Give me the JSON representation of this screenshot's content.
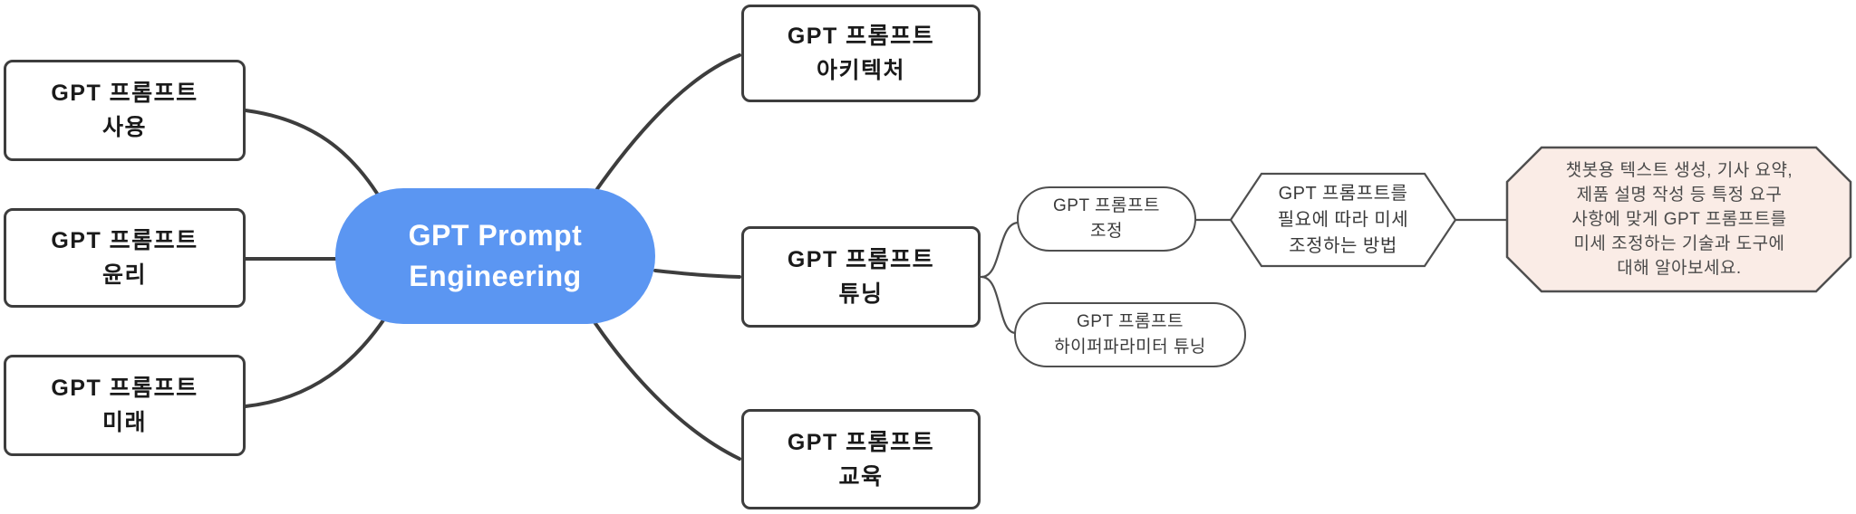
{
  "colors": {
    "center_fill": "#5B96F2",
    "center_text": "#FFFFFF",
    "node_fill": "#FFFFFF",
    "node_border": "#3D3D3D",
    "subnode_border": "#4F4F4F",
    "subnode_text": "#3A3A3A",
    "callout_fill": "#FAECE6",
    "callout_text": "#4A4A4A",
    "edge_color": "#3D3D3D",
    "edge_thin_color": "#4F4F4F"
  },
  "center": {
    "lines": [
      "GPT Prompt",
      "Engineering"
    ]
  },
  "left_nodes": [
    {
      "lines": [
        "GPT 프롬프트",
        "사용"
      ]
    },
    {
      "lines": [
        "GPT 프롬프트",
        "윤리"
      ]
    },
    {
      "lines": [
        "GPT 프롬프트",
        "미래"
      ]
    }
  ],
  "right_nodes": [
    {
      "lines": [
        "GPT 프롬프트",
        "아키텍처"
      ]
    },
    {
      "lines": [
        "GPT 프롬프트",
        "튜닝"
      ]
    },
    {
      "lines": [
        "GPT 프롬프트",
        "교육"
      ]
    }
  ],
  "sub_nodes": [
    {
      "lines": [
        "GPT 프롬프트",
        "조정"
      ]
    },
    {
      "lines": [
        "GPT 프롬프트",
        "하이퍼파라미터 튜닝"
      ]
    }
  ],
  "hexagon": {
    "lines": [
      "GPT 프롬프트를",
      "필요에 따라 미세",
      "조정하는 방법"
    ]
  },
  "callout": {
    "lines": [
      "챗봇용 텍스트 생성, 기사 요약,",
      "제품 설명 작성 등 특정 요구",
      "사항에 맞게 GPT 프롬프트를",
      "미세 조정하는 기술과 도구에",
      "대해 알아보세요."
    ]
  }
}
